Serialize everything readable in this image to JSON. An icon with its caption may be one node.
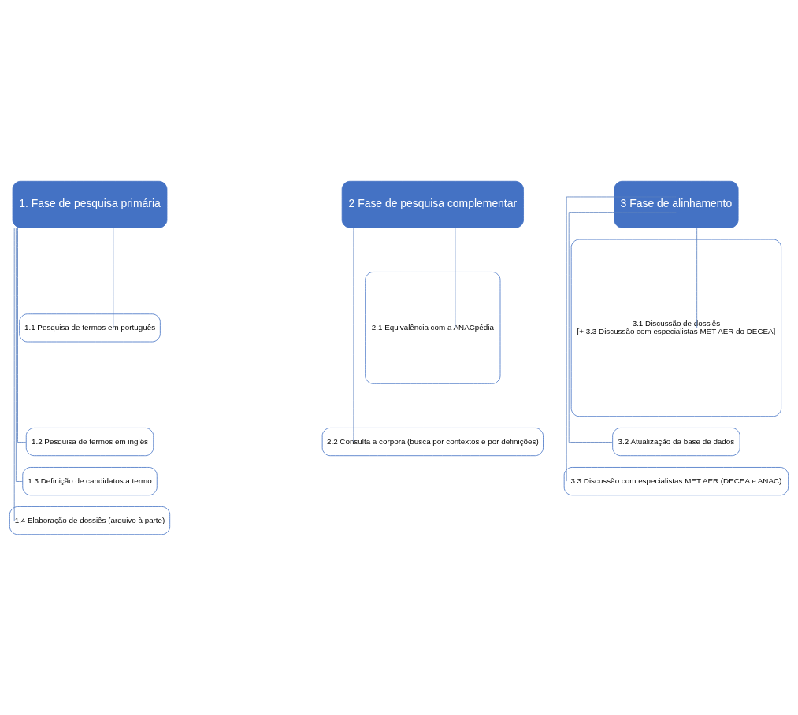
{
  "diagram": {
    "nodes": [
      {
        "text": [
          "1. Fase de pesquisa primária"
        ]
      },
      {
        "text": [
          "1.1 Pesquisa de termos em português"
        ]
      },
      {
        "text": [
          "1.2 Pesquisa de termos em inglês"
        ]
      },
      {
        "text": [
          "1.3 Definição de candidatos a termo"
        ]
      },
      {
        "text": [
          "1.4 Elaboração de dossiês (arquivo à parte)"
        ]
      },
      {
        "text": [
          "2 Fase de pesquisa complementar"
        ]
      },
      {
        "text": [
          "2.1 Equivalência com a ANACpédia"
        ]
      },
      {
        "text": [
          "2.2 Consulta a corpora (busca por contextos e por definições)"
        ]
      },
      {
        "text": [
          "3 Fase de alinhamento"
        ]
      },
      {
        "text": [
          "3.1 Discussão de dossiês",
          "[+ 3.3 Discussão com especialistas MET AER do DECEA]"
        ]
      },
      {
        "text": [
          "3.2 Atualização da base de dados"
        ]
      },
      {
        "text": [
          "3.3 Discussão com especialistas MET AER (DECEA e ANAC)"
        ]
      }
    ],
    "edges": [
      {
        "from": 0,
        "to": 1,
        "arrow": "none"
      },
      {
        "from": 0,
        "to": 2,
        "arrow": "none"
      },
      {
        "from": 0,
        "to": 3,
        "arrow": "none"
      },
      {
        "from": 0,
        "to": 4,
        "arrow": "none"
      },
      {
        "from": 5,
        "to": 6,
        "arrow": "none"
      },
      {
        "from": 5,
        "to": 7,
        "arrow": "none"
      },
      {
        "from": 8,
        "to": 9,
        "arrow": "none"
      },
      {
        "from": 8,
        "to": 10,
        "arrow": "none"
      },
      {
        "from": 8,
        "to": 11,
        "arrow": "none"
      }
    ]
  }
}
